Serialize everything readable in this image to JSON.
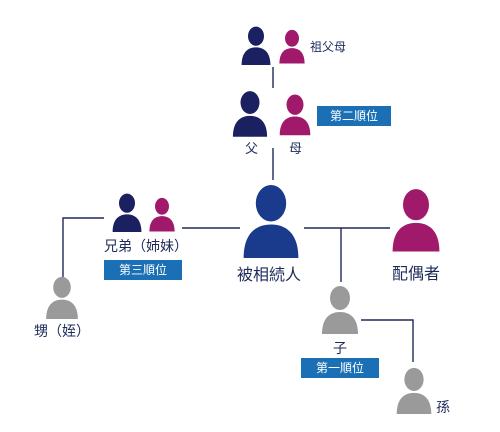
{
  "colors": {
    "navy": "#1b2060",
    "principal": "#1a3a8c",
    "magenta": "#a0196b",
    "gray": "#9a9a9a",
    "line": "#1e2a5a",
    "badge": "#1a6fb5"
  },
  "icon": "person-silhouette-icon",
  "labels": {
    "grandparents": "祖父母",
    "father": "父",
    "mother": "母",
    "siblings": "兄弟（姉妹）",
    "decedent": "被相続人",
    "spouse": "配偶者",
    "nephew_niece": "甥（姪）",
    "child": "子",
    "grandchild": "孫"
  },
  "badges": {
    "first": "第一順位",
    "second": "第二順位",
    "third": "第三順位"
  }
}
